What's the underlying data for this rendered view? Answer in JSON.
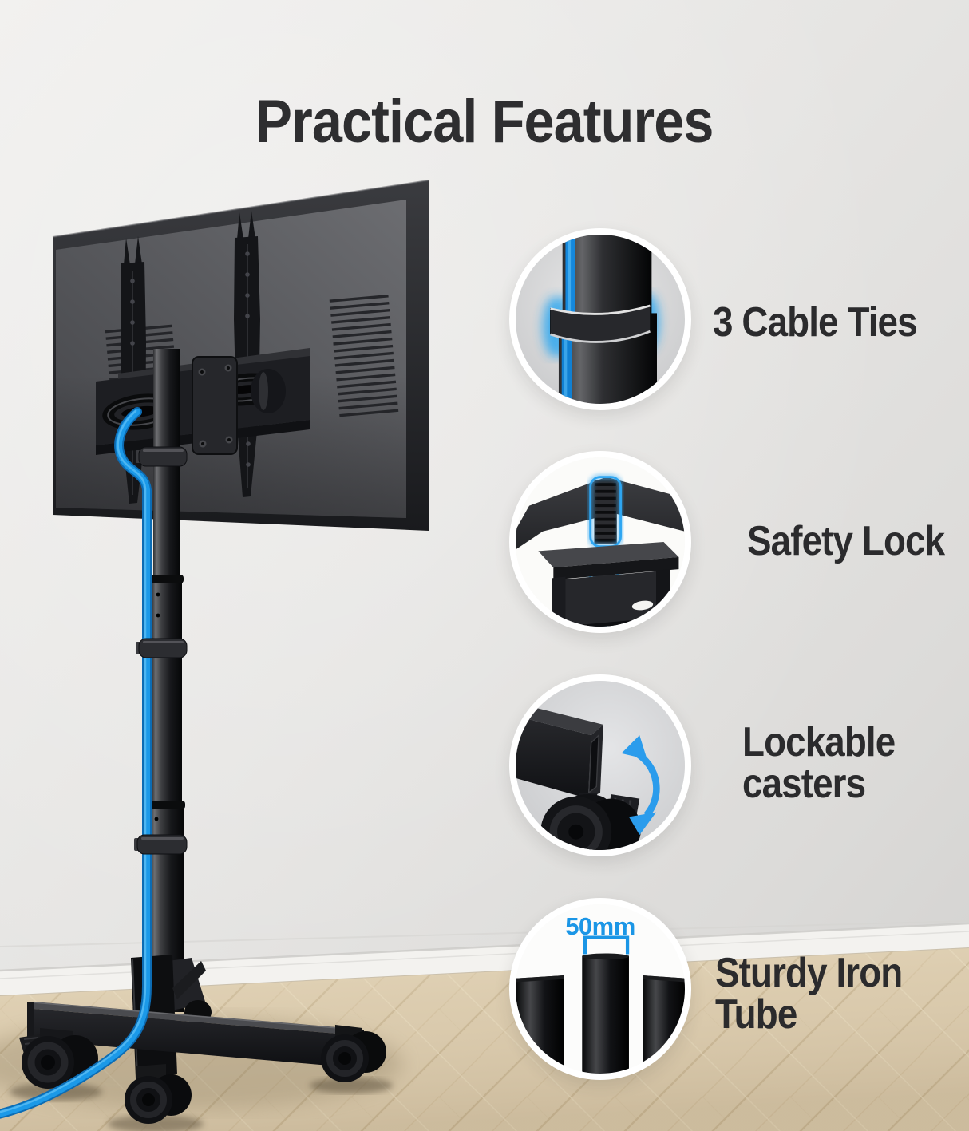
{
  "title": "Practical Features",
  "features": [
    {
      "id": "cable-ties",
      "label": "3 Cable Ties"
    },
    {
      "id": "safety-lock",
      "label": "Safety Lock"
    },
    {
      "id": "lockable-casters",
      "label": "Lockable casters"
    },
    {
      "id": "iron-tube",
      "label": "Sturdy Iron Tube",
      "annotation": "50mm"
    }
  ],
  "colors": {
    "accent_blue": "#1B96E6",
    "glow_blue": "#2BA6EF",
    "cable_blue": "#1B99E8",
    "title_text": "#2E2E30",
    "label_text": "#2B2B2D",
    "ring_white": "#FFFFFF"
  }
}
